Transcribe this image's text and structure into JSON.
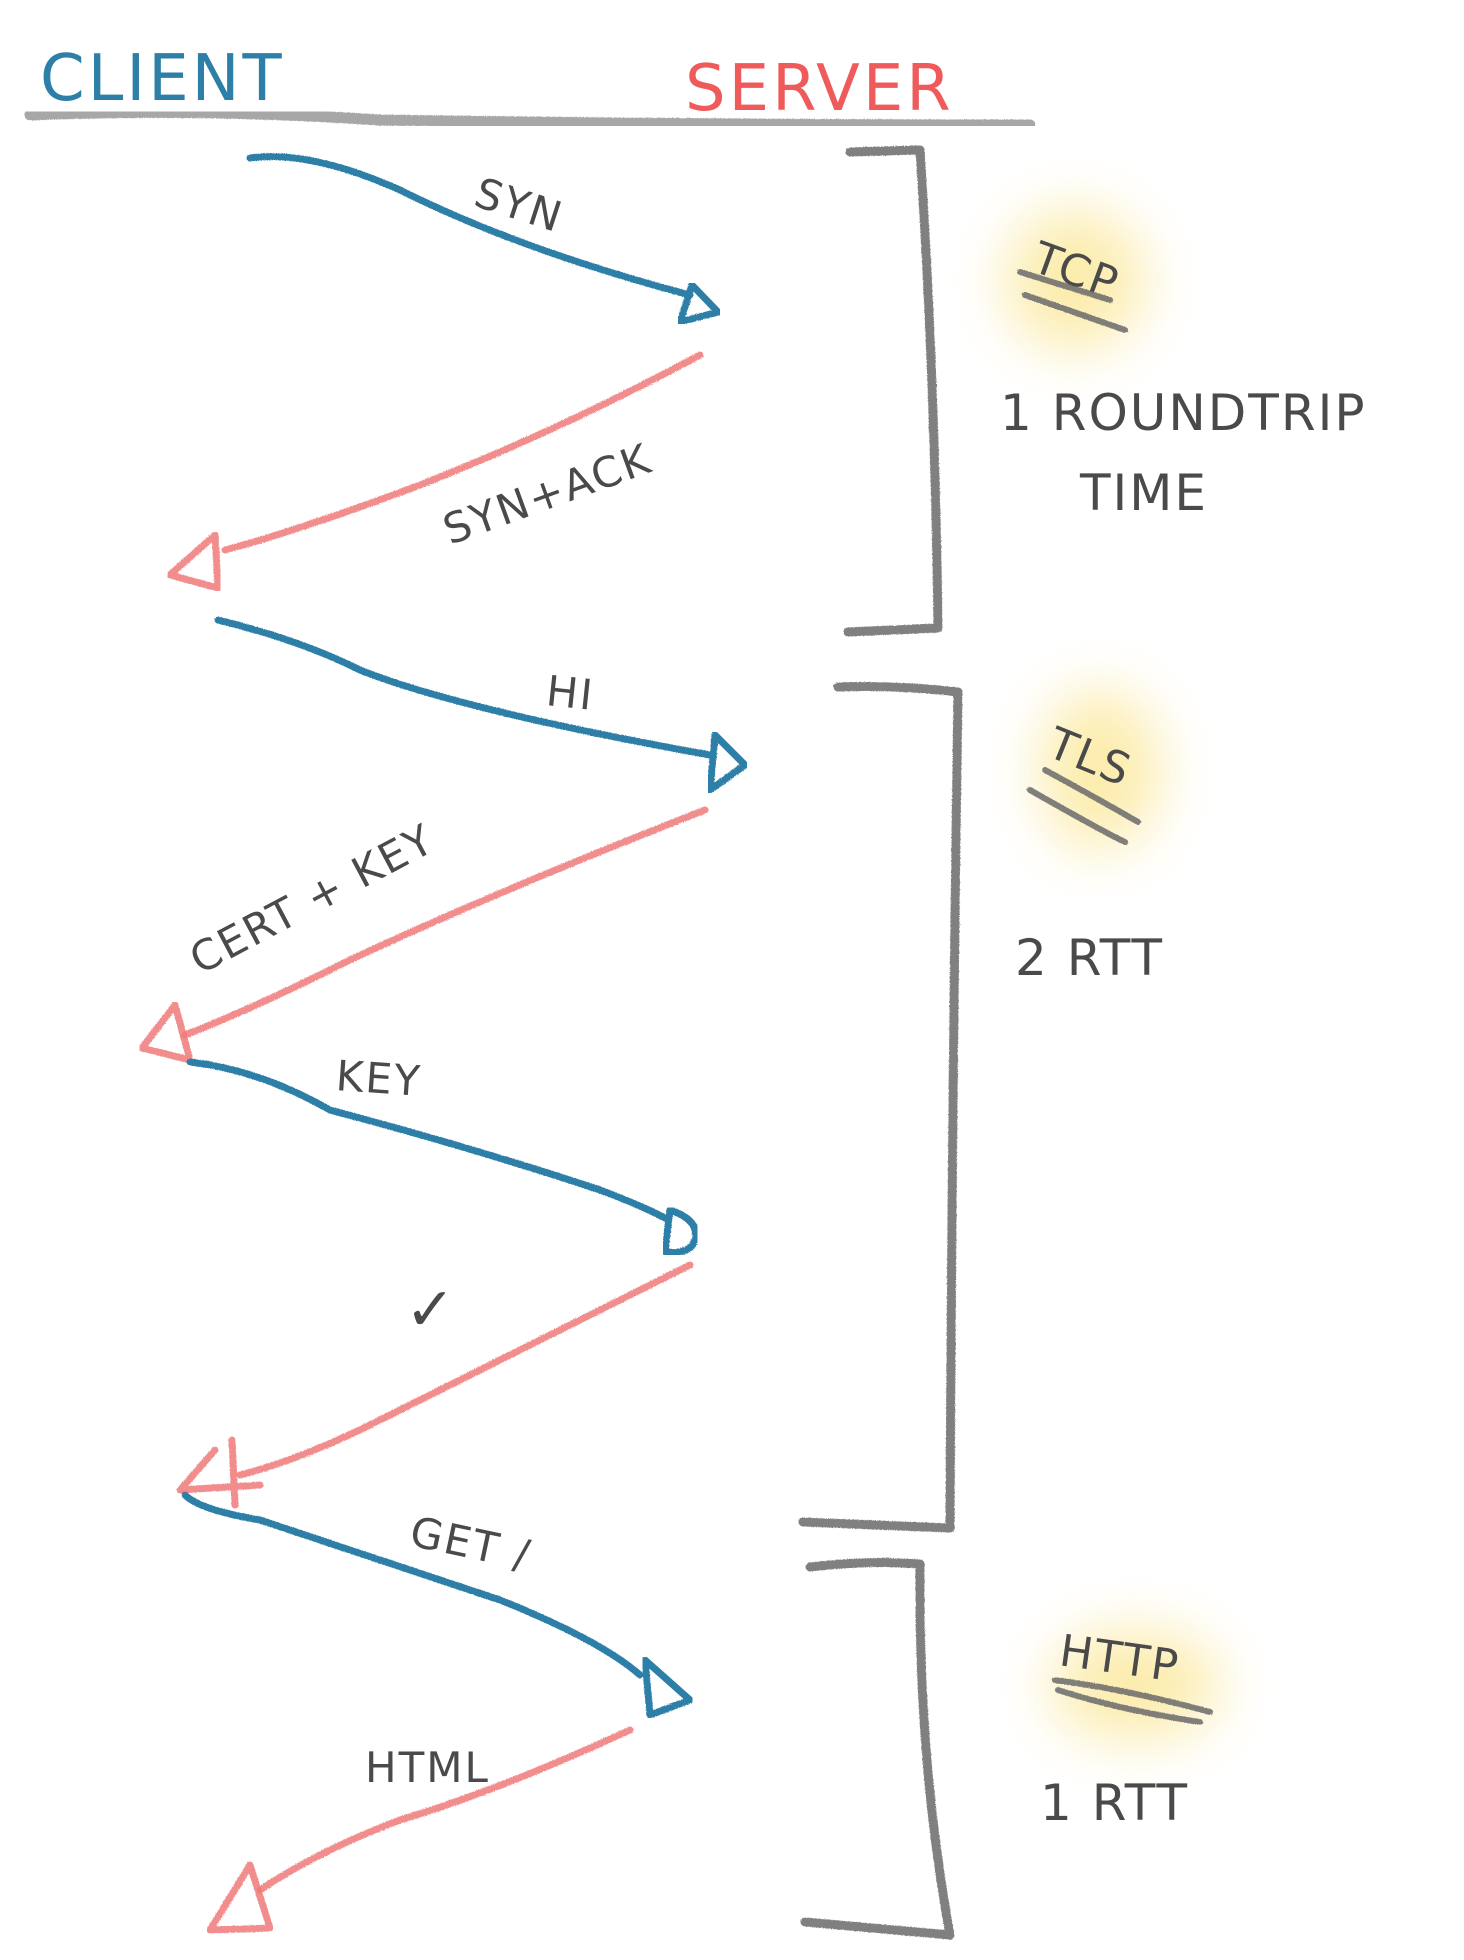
{
  "diagram": {
    "type": "sequence",
    "actors": {
      "client": {
        "label": "CLIENT",
        "color": "#2e7fa8"
      },
      "server": {
        "label": "SERVER",
        "color": "#ef5b5b"
      }
    },
    "messages": [
      {
        "id": "syn",
        "label": "SYN",
        "from": "client",
        "to": "server"
      },
      {
        "id": "synack",
        "label": "SYN+ACK",
        "from": "server",
        "to": "client"
      },
      {
        "id": "hi",
        "label": "HI",
        "from": "client",
        "to": "server"
      },
      {
        "id": "cert-key",
        "label": "CERT + KEY",
        "from": "server",
        "to": "client"
      },
      {
        "id": "key",
        "label": "KEY",
        "from": "client",
        "to": "server"
      },
      {
        "id": "ok",
        "label": "✓",
        "from": "server",
        "to": "client"
      },
      {
        "id": "get",
        "label": "GET /",
        "from": "client",
        "to": "server"
      },
      {
        "id": "html",
        "label": "HTML",
        "from": "server",
        "to": "client"
      }
    ],
    "phases": [
      {
        "id": "tcp",
        "name": "TCP",
        "duration_line1": "1 ROUNDTRIP",
        "duration_line2": "TIME",
        "highlight_color": "#f7d54a"
      },
      {
        "id": "tls",
        "name": "TLS",
        "duration_line1": "2 RTT",
        "duration_line2": "",
        "highlight_color": "#f7d54a"
      },
      {
        "id": "http",
        "name": "HTTP",
        "duration_line1": "1 RTT",
        "duration_line2": "",
        "highlight_color": "#f7d54a"
      }
    ]
  }
}
